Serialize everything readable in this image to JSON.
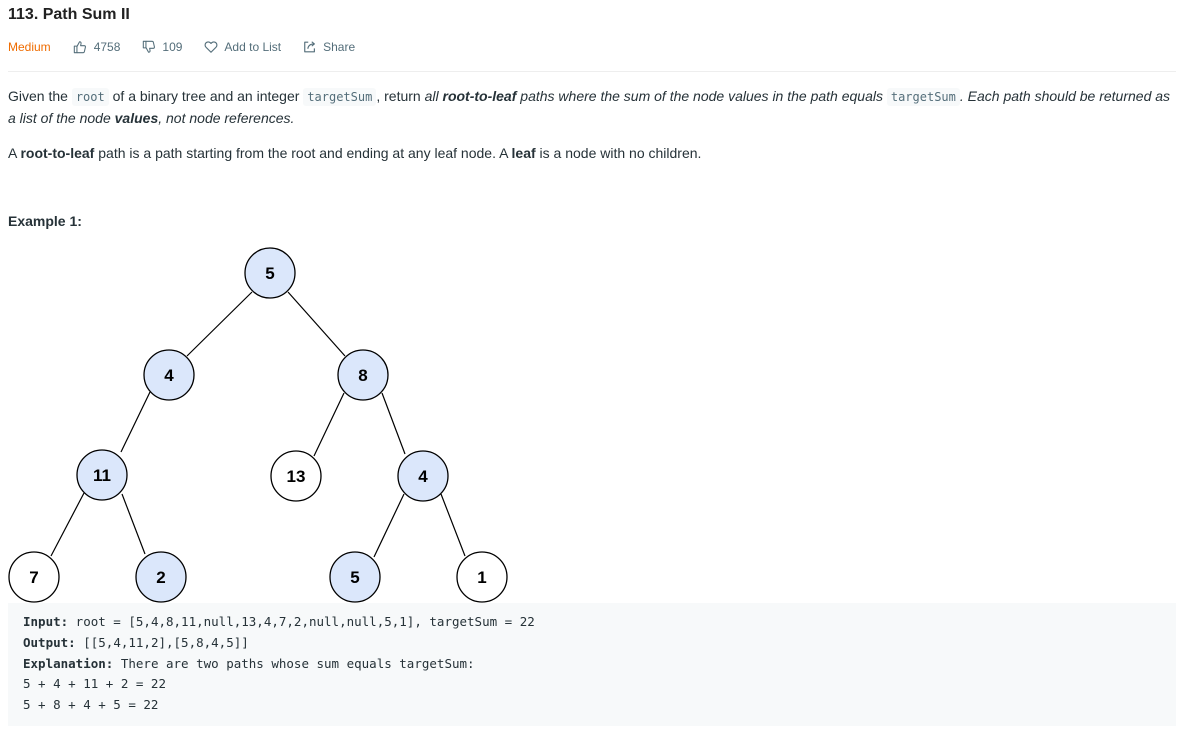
{
  "problem": {
    "title": "113. Path Sum II",
    "difficulty": "Medium",
    "likes": "4758",
    "dislikes": "109",
    "add_to_list": "Add to List",
    "share": "Share"
  },
  "colors": {
    "difficulty": "#ef6c00",
    "highlight_node": "#dbe7fb",
    "code_bg": "#f7f9fa"
  },
  "icons": {
    "like": "thumbs-up-icon",
    "dislike": "thumbs-down-icon",
    "add_to_list": "heart-icon",
    "share": "share-icon"
  },
  "description": {
    "p1": {
      "t1": "Given the ",
      "c1": "root",
      "t2": " of a binary tree and an integer ",
      "c2": "targetSum",
      "t3": ", return ",
      "i1": "all ",
      "b1": "root-to-leaf",
      "i2": " paths where the sum of the node values in the path equals ",
      "c3": "targetSum",
      "i3": ". Each path should be returned as a list of the node ",
      "b2": "values",
      "i4": ", not node references."
    },
    "p2": {
      "t1": "A ",
      "b1": "root-to-leaf",
      "t2": " path is a path starting from the root and ending at any leaf node. A ",
      "b2": "leaf",
      "t3": " is a node with no children."
    }
  },
  "example1": {
    "title": "Example 1:",
    "tree": {
      "nodes": [
        {
          "id": "n5",
          "label": "5",
          "highlighted": true
        },
        {
          "id": "n4",
          "label": "4",
          "highlighted": true
        },
        {
          "id": "n8",
          "label": "8",
          "highlighted": true
        },
        {
          "id": "n11",
          "label": "11",
          "highlighted": true
        },
        {
          "id": "n13",
          "label": "13",
          "highlighted": false
        },
        {
          "id": "n4b",
          "label": "4",
          "highlighted": true
        },
        {
          "id": "n7",
          "label": "7",
          "highlighted": false
        },
        {
          "id": "n2",
          "label": "2",
          "highlighted": true
        },
        {
          "id": "n5b",
          "label": "5",
          "highlighted": true
        },
        {
          "id": "n1",
          "label": "1",
          "highlighted": false
        }
      ]
    },
    "input_label": "Input:",
    "input_value": " root = [5,4,8,11,null,13,4,7,2,null,null,5,1], targetSum = 22",
    "output_label": "Output:",
    "output_value": " [[5,4,11,2],[5,8,4,5]]",
    "explanation_label": "Explanation:",
    "explanation_value": " There are two paths whose sum equals targetSum:",
    "line1": "5 + 4 + 11 + 2 = 22",
    "line2": "5 + 8 + 4 + 5 = 22"
  }
}
